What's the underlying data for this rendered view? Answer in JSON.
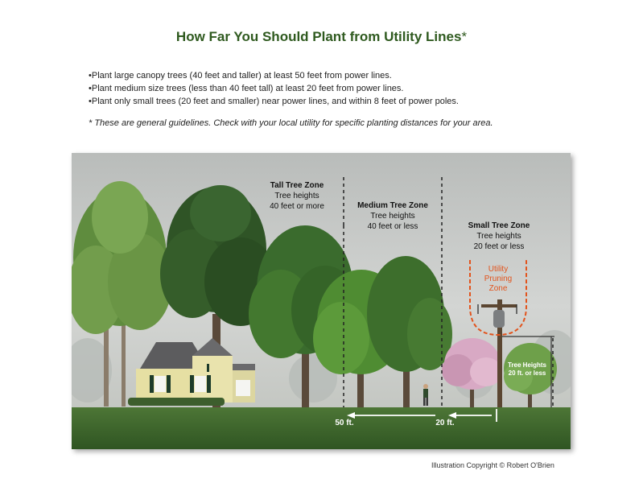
{
  "title": "How Far You Should Plant from Utility Lines",
  "title_mark": "*",
  "bullets": [
    "Plant large canopy trees (40 feet and taller) at least 50 feet from power lines.",
    "Plant medium size trees (less than 40 feet tall) at least 20 feet from power lines.",
    "Plant only small trees (20 feet and smaller) near power lines, and within 8 feet of power poles."
  ],
  "note": "* These are general guidelines. Check with your local utility for specific planting distances for your area.",
  "zones": {
    "tall": {
      "name": "Tall Tree Zone",
      "line1": "Tree heights",
      "line2": "40 feet or more"
    },
    "medium": {
      "name": "Medium Tree Zone",
      "line1": "Tree heights",
      "line2": "40 feet or less"
    },
    "small": {
      "name": "Small Tree Zone",
      "line1": "Tree heights",
      "line2": "20 feet or less"
    }
  },
  "pruning_zone": {
    "line1": "Utility",
    "line2": "Pruning",
    "line3": "Zone"
  },
  "tree_heights_label": {
    "line1": "Tree Heights",
    "line2": "20 ft. or less"
  },
  "distances": {
    "far": "50 ft.",
    "near": "20 ft."
  },
  "copyright": "Illustration Copyright © Robert O'Brien",
  "colors": {
    "title": "#2f5a1f",
    "pruning_zone": "#e2531c",
    "sky": "#c9ccca",
    "grass": "#3f6b2c",
    "house_siding": "#e6dfa3",
    "blossom": "#d8a9c4"
  }
}
